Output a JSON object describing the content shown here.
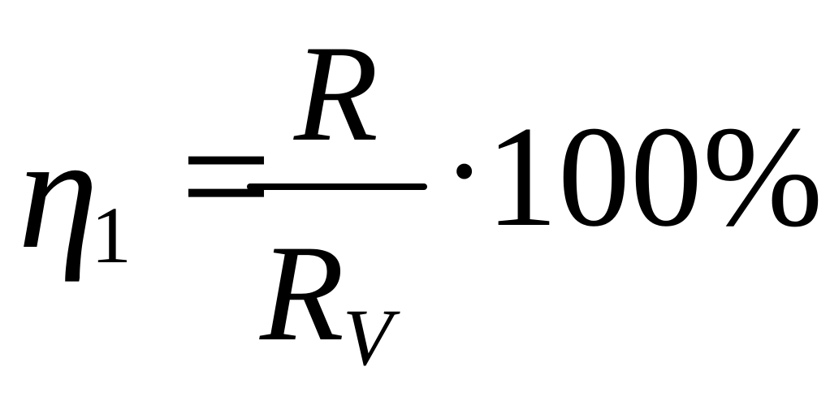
{
  "formula": {
    "lhs": {
      "symbol": "η",
      "subscript": "1"
    },
    "equals": "=",
    "fraction": {
      "numerator": "R",
      "denominator": {
        "symbol": "R",
        "subscript": "V"
      }
    },
    "operator": "·",
    "factor": "100%",
    "color": "#000000"
  }
}
